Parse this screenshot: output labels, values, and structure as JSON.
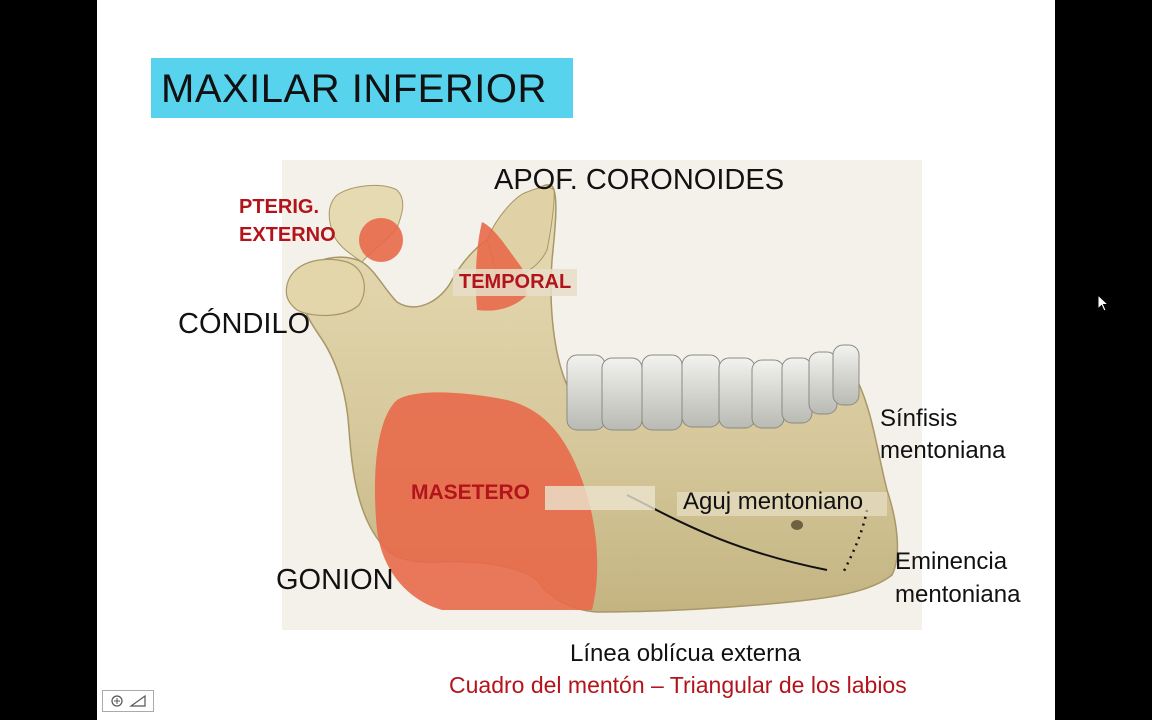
{
  "slide": {
    "title": "MAXILAR INFERIOR",
    "labels": {
      "apof_coronoides": "APOF. CORONOIDES",
      "pterig_line1": "PTERIG.",
      "pterig_line2": "EXTERNO",
      "temporal": "TEMPORAL",
      "condilo": "CÓNDILO",
      "sinfisis_line1": "Sínfisis",
      "sinfisis_line2": "mentoniana",
      "masetero": "MASETERO",
      "aguj_mentoniano": "Aguj mentoniano",
      "eminencia_line1": "Eminencia",
      "eminencia_line2": "mentoniana",
      "gonion": "GONION",
      "linea_obliqua": "Línea oblícua externa",
      "cuadro_menton": "Cuadro del mentón – Triangular de los labios"
    }
  },
  "colors": {
    "title_bg": "#57d3ee",
    "muscle": "#e8694a",
    "bone": "#dccfa4",
    "label_red": "#b3141b"
  },
  "icons": {
    "slide_controls": "slide-controls-icon",
    "cursor": "mouse-pointer-icon"
  }
}
